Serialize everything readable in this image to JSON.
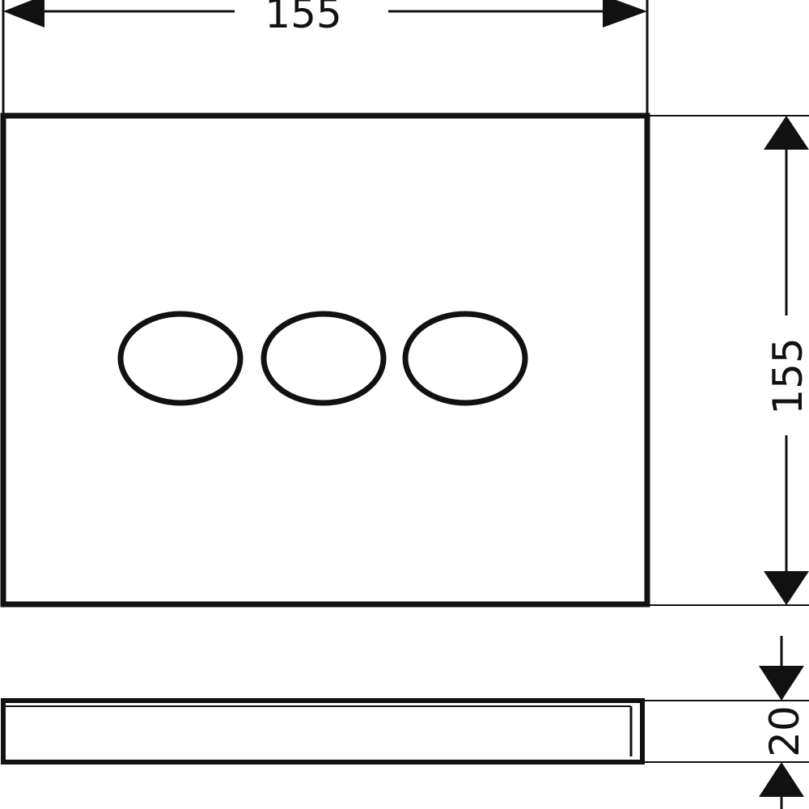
{
  "dimensions": {
    "width_label": "155",
    "height_label": "155",
    "depth_label": "20"
  },
  "plate": {
    "button_count": 3
  },
  "colors": {
    "line": "#111111",
    "background": "#ffffff"
  }
}
